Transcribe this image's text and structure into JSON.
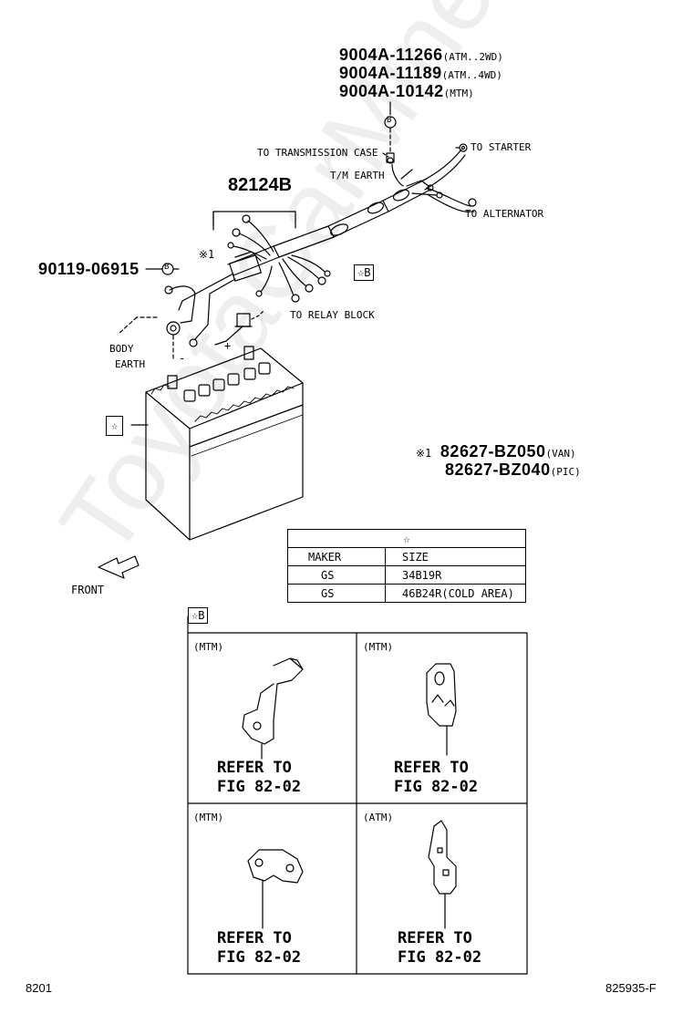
{
  "callouts": {
    "top_parts": [
      {
        "number": "9004A-11266",
        "spec": "(ATM..2WD)"
      },
      {
        "number": "9004A-11189",
        "spec": "(ATM..4WD)"
      },
      {
        "number": "9004A-10142",
        "spec": "(MTM)"
      }
    ],
    "harness_part": "82124B",
    "earth_part": "90119-06915",
    "marker_b": "B",
    "note_mark": "※1",
    "note_parts": [
      {
        "number": "82627-BZ050",
        "spec": "(VAN)"
      },
      {
        "number": "82627-BZ040",
        "spec": "(PIC)"
      }
    ]
  },
  "labels": {
    "to_transmission_case": "TO TRANSMISSION CASE",
    "tm_earth": "T/M EARTH",
    "to_starter": "TO STARTER",
    "to_alternator": "TO ALTERNATOR",
    "to_relay_block": "TO RELAY BLOCK",
    "body_earth_1": "BODY",
    "body_earth_2": "EARTH",
    "front": "FRONT",
    "minus": "-",
    "plus": "+",
    "star_box": "☆",
    "star_b_box": "☆B"
  },
  "size_table": {
    "header": "☆",
    "col_maker": "MAKER",
    "col_size": "SIZE",
    "rows": [
      {
        "maker": "GS",
        "size": "34B19R"
      },
      {
        "maker": "GS",
        "size": "46B24R(COLD AREA)"
      }
    ]
  },
  "brackets": [
    {
      "variant": "(MTM)",
      "refer": "REFER TO",
      "fig": "FIG 82-02"
    },
    {
      "variant": "(MTM)",
      "refer": "REFER TO",
      "fig": "FIG 82-02"
    },
    {
      "variant": "(MTM)",
      "refer": "REFER TO",
      "fig": "FIG 82-02"
    },
    {
      "variant": "(ATM)",
      "refer": "REFER TO",
      "fig": "FIG 82-02"
    }
  ],
  "footer": {
    "left_code": "8201",
    "right_code": "825935-F"
  },
  "watermark": "ToyotaCarMine.ru"
}
